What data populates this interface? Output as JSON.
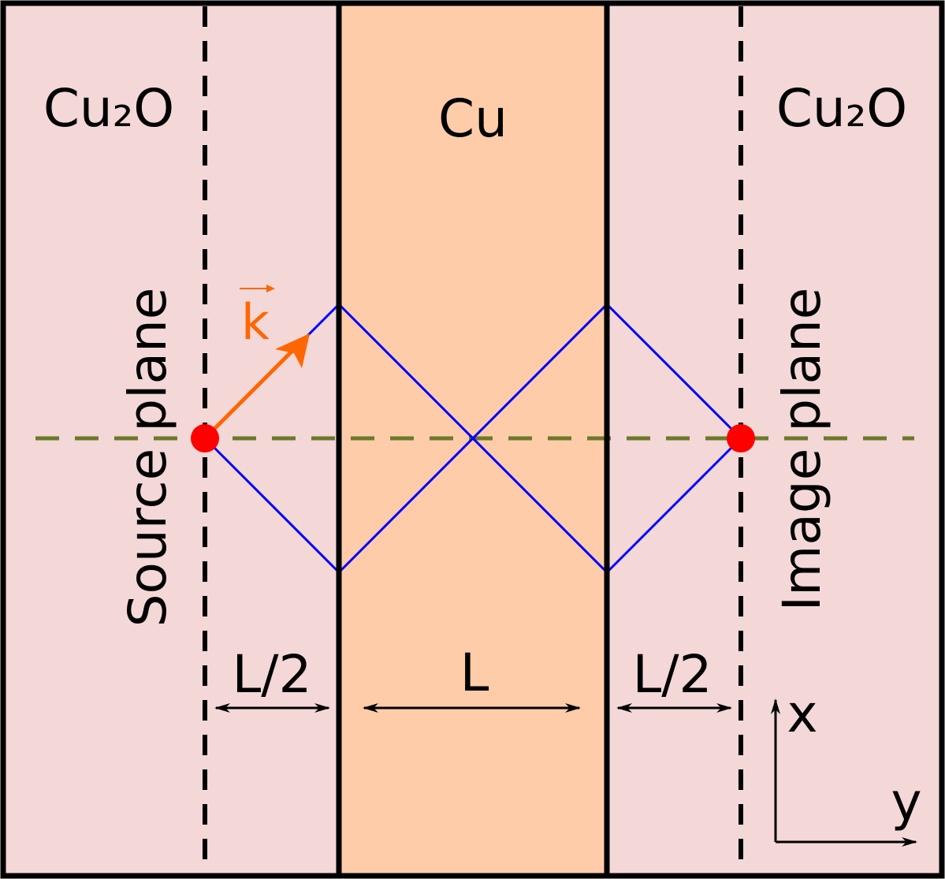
{
  "labels": {
    "left_material": "Cu₂O",
    "middle_material": "Cu",
    "right_material": "Cu₂O",
    "source_plane": "Source  plane",
    "image_plane": "Image plane",
    "wave_vector": "k",
    "left_gap": "L/2",
    "slab_width": "L",
    "right_gap": "L/2",
    "axis_x": "x",
    "axis_y": "y"
  },
  "colors": {
    "cu2o_fill": "#f4d7d7",
    "cu_fill": "#ffccaa",
    "border": "#000000",
    "ray": "#0000ff",
    "wave_vector": "#ff6600",
    "optical_axis": "#6b7a2a",
    "point": "#ff0000"
  }
}
